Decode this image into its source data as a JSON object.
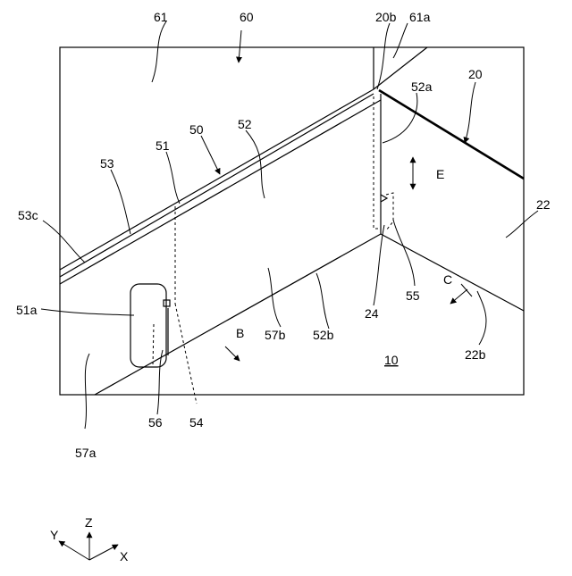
{
  "labels": {
    "l61": "61",
    "l60": "60",
    "l20b": "20b",
    "l61a": "61a",
    "l20": "20",
    "l52a": "52a",
    "l50": "50",
    "l52": "52",
    "l51": "51",
    "l53": "53",
    "lE": "E",
    "l22": "22",
    "l53c": "53c",
    "l51a": "51a",
    "l55": "55",
    "lC": "C",
    "l24": "24",
    "l57b": "57b",
    "l52b": "52b",
    "lB": "B",
    "l10": "10",
    "l22b": "22b",
    "l56": "56",
    "l54": "54",
    "l57a": "57a"
  },
  "axes": {
    "y": "Y",
    "z": "Z",
    "x": "X"
  }
}
